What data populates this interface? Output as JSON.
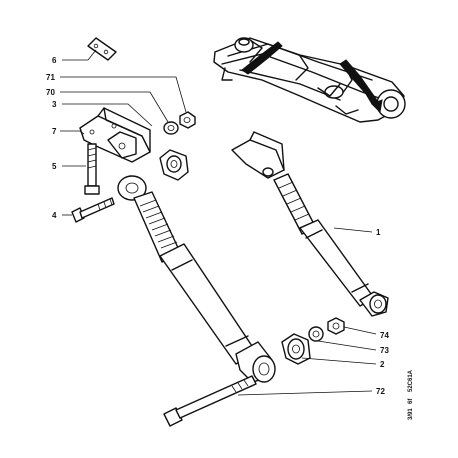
{
  "callouts": [
    {
      "id": "c6",
      "text": "6"
    },
    {
      "id": "c71",
      "text": "71"
    },
    {
      "id": "c70",
      "text": "70"
    },
    {
      "id": "c3",
      "text": "3"
    },
    {
      "id": "c7",
      "text": "7"
    },
    {
      "id": "c5",
      "text": "5"
    },
    {
      "id": "c4",
      "text": "4"
    },
    {
      "id": "c1",
      "text": "1"
    },
    {
      "id": "c74",
      "text": "74"
    },
    {
      "id": "c73",
      "text": "73"
    },
    {
      "id": "c2",
      "text": "2"
    },
    {
      "id": "c72",
      "text": "72"
    }
  ],
  "reference": {
    "date": "3/91",
    "code": "6f",
    "number": "52C61A"
  }
}
